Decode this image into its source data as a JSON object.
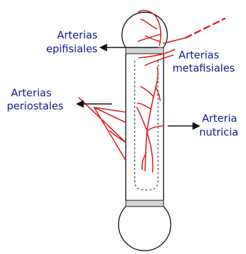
{
  "labels": {
    "epifisiales_line1": "Arterias",
    "epifisiales_line2": "epifisiales",
    "metafisiales_line1": "Arterias",
    "metafisiales_line2": "metafisiales",
    "periostales_line1": "Arterias",
    "periostales_line2": "periostales",
    "nutricia_line1": "Arteria",
    "nutricia_line2": "nutricia"
  },
  "colors": {
    "label_text": "#0b1a8c",
    "artery": "#d61f1f",
    "bone_outline": "#1a1a1a",
    "growth_plate": "#d4d4d4"
  }
}
